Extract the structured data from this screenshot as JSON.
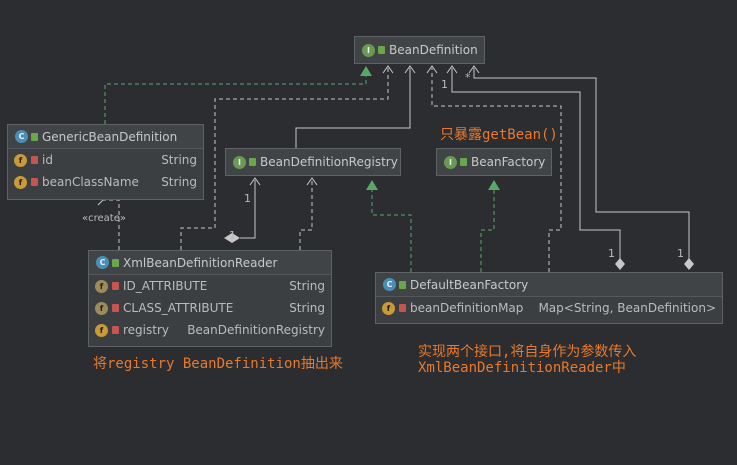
{
  "nodes": {
    "bean_definition": {
      "name": "BeanDefinition",
      "kind": "I"
    },
    "generic_bean_definition": {
      "name": "GenericBeanDefinition",
      "kind": "C",
      "fields": [
        {
          "name": "id",
          "type": "String"
        },
        {
          "name": "beanClassName",
          "type": "String"
        }
      ]
    },
    "bean_definition_registry": {
      "name": "BeanDefinitionRegistry",
      "kind": "I"
    },
    "bean_factory": {
      "name": "BeanFactory",
      "kind": "I"
    },
    "xml_bean_definition_reader": {
      "name": "XmlBeanDefinitionReader",
      "kind": "C",
      "fields": [
        {
          "name": "ID_ATTRIBUTE",
          "type": "String"
        },
        {
          "name": "CLASS_ATTRIBUTE",
          "type": "String"
        },
        {
          "name": "registry",
          "type": "BeanDefinitionRegistry"
        }
      ]
    },
    "default_bean_factory": {
      "name": "DefaultBeanFactory",
      "kind": "C",
      "fields": [
        {
          "name": "beanDefinitionMap",
          "type": "Map<String, BeanDefinition>"
        }
      ]
    }
  },
  "edge_labels": {
    "create": "«create»",
    "mult_registry": "1",
    "mult_bd_1": "1",
    "mult_bd_star": "*",
    "mult_dbf_1": "1",
    "mult_dbf_2": "1"
  },
  "notes": {
    "only_expose": "只暴露getBean()",
    "extract": "将registry BeanDefinition抽出来",
    "implement_line1": "实现两个接口,将自身作为参数传入",
    "implement_line2": "XmlBeanDefinitionReader中"
  },
  "colors": {
    "background": "#2b2d30",
    "edge": "#c8c8c8",
    "inherit_edge": "#59a869",
    "note": "#e8792b"
  }
}
